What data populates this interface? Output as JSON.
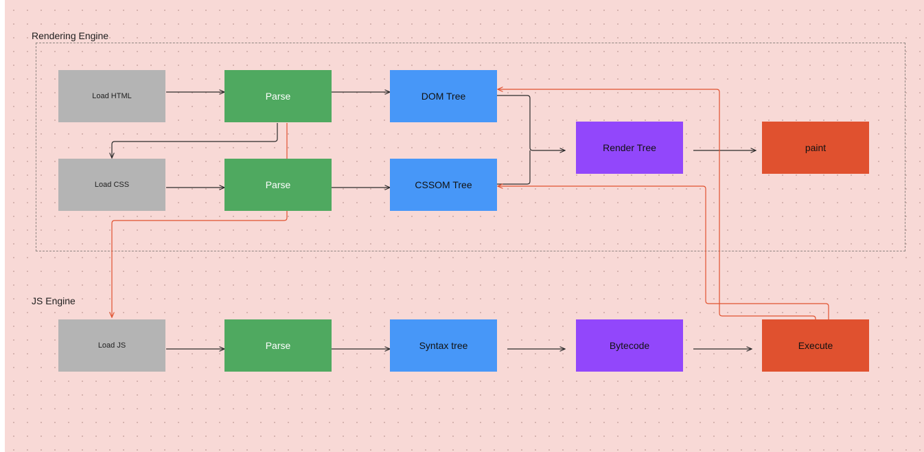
{
  "sections": {
    "rendering": "Rendering Engine",
    "js": "JS Engine"
  },
  "nodes": {
    "load_html": "Load HTML",
    "parse_html": "Parse",
    "dom_tree": "DOM Tree",
    "load_css": "Load CSS",
    "parse_css": "Parse",
    "cssom_tree": "CSSOM Tree",
    "render_tree": "Render Tree",
    "paint": "paint",
    "load_js": "Load JS",
    "parse_js": "Parse",
    "syntax_tree": "Syntax tree",
    "bytecode": "Bytecode",
    "execute": "Execute"
  },
  "colors": {
    "canvas": "#f8d9d6",
    "load": "#b4b4b4",
    "parse": "#4fa960",
    "tree": "#4797f8",
    "render_bytecode": "#9247fb",
    "paint_execute": "#e0512f",
    "edge_dark": "#2b2b2b",
    "edge_red": "#e0512f"
  },
  "edges": [
    {
      "from": "load_html",
      "to": "parse_html",
      "color": "dark"
    },
    {
      "from": "parse_html",
      "to": "dom_tree",
      "color": "dark"
    },
    {
      "from": "parse_html",
      "to": "load_css",
      "color": "dark"
    },
    {
      "from": "load_css",
      "to": "parse_css",
      "color": "dark"
    },
    {
      "from": "parse_css",
      "to": "cssom_tree",
      "color": "dark"
    },
    {
      "from": "dom_tree",
      "to": "render_tree",
      "color": "dark"
    },
    {
      "from": "cssom_tree",
      "to": "render_tree",
      "color": "dark"
    },
    {
      "from": "render_tree",
      "to": "paint",
      "color": "dark"
    },
    {
      "from": "parse_html",
      "to": "load_js",
      "color": "red"
    },
    {
      "from": "load_js",
      "to": "parse_js",
      "color": "dark"
    },
    {
      "from": "parse_js",
      "to": "syntax_tree",
      "color": "dark"
    },
    {
      "from": "syntax_tree",
      "to": "bytecode",
      "color": "dark"
    },
    {
      "from": "bytecode",
      "to": "execute",
      "color": "dark"
    },
    {
      "from": "execute",
      "to": "dom_tree",
      "color": "red"
    },
    {
      "from": "execute",
      "to": "cssom_tree",
      "color": "red"
    }
  ]
}
